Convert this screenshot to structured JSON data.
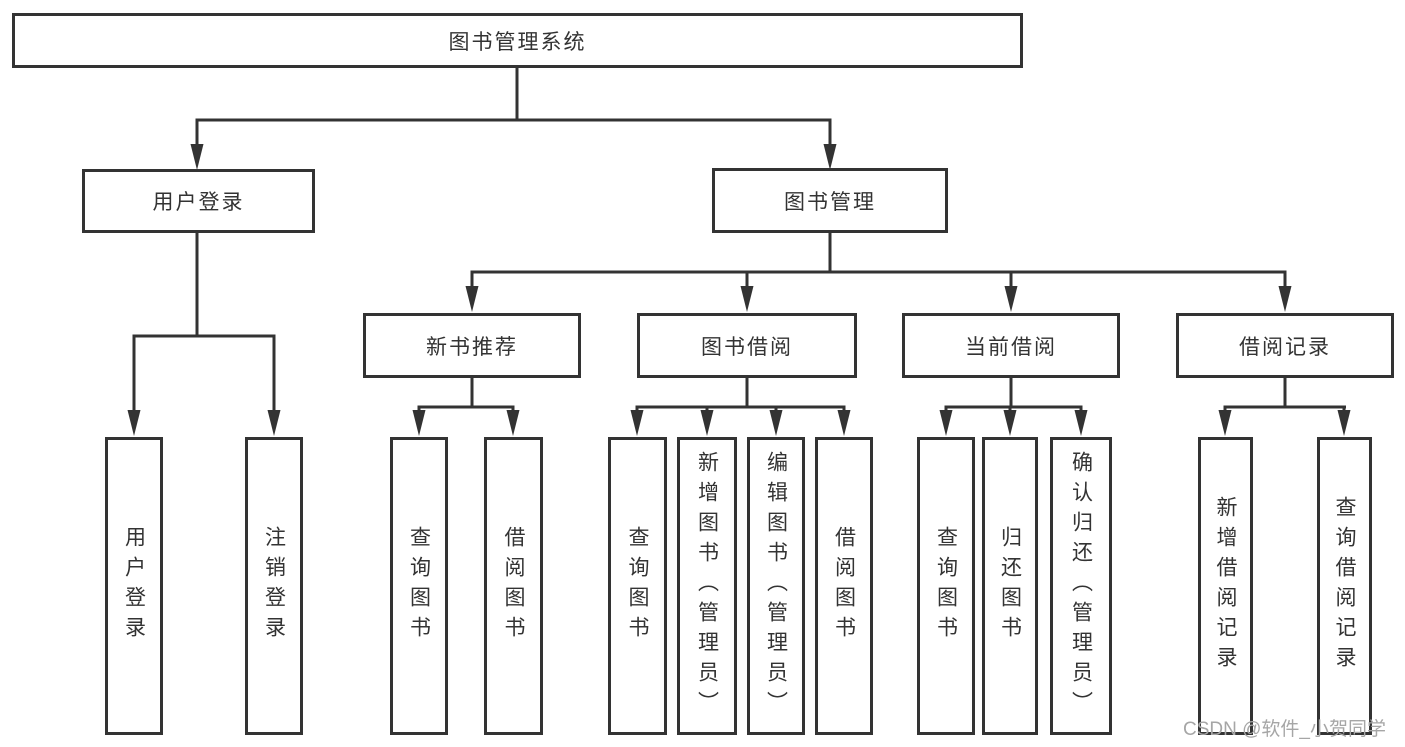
{
  "tree": {
    "root": {
      "label": "图书管理系统",
      "children": [
        {
          "label": "用户登录",
          "children": [
            {
              "label": "用户登录"
            },
            {
              "label": "注销登录"
            }
          ]
        },
        {
          "label": "图书管理",
          "children": [
            {
              "label": "新书推荐",
              "children": [
                {
                  "label": "查询图书"
                },
                {
                  "label": "借阅图书"
                }
              ]
            },
            {
              "label": "图书借阅",
              "children": [
                {
                  "label": "查询图书"
                },
                {
                  "label": "新增图书（管理员）"
                },
                {
                  "label": "编辑图书（管理员）"
                },
                {
                  "label": "借阅图书"
                }
              ]
            },
            {
              "label": "当前借阅",
              "children": [
                {
                  "label": "查询图书"
                },
                {
                  "label": "归还图书"
                },
                {
                  "label": "确认归还（管理员）"
                }
              ]
            },
            {
              "label": "借阅记录",
              "children": [
                {
                  "label": "新增借阅记录"
                },
                {
                  "label": "查询借阅记录"
                }
              ]
            }
          ]
        }
      ]
    }
  },
  "watermark": "CSDN @软件_小贺同学",
  "colors": {
    "line": "#333333",
    "text": "#333333",
    "background": "#ffffff",
    "watermark": "#a6a6a6"
  }
}
